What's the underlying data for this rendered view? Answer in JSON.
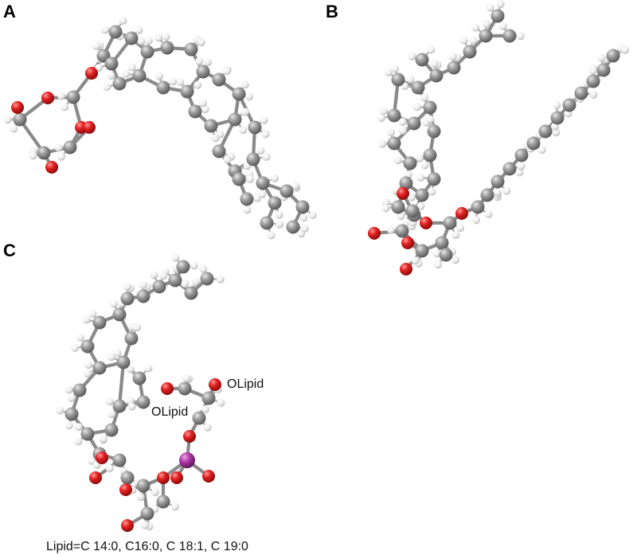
{
  "panels": [
    {
      "label": "A"
    },
    {
      "label": "B"
    },
    {
      "label": "C"
    }
  ],
  "annotations": {
    "olipid_upper": "OLipid",
    "olipid_lower": "OLipid",
    "lipid_caption": "Lipid=C 14:0, C16:0, C 18:1, C 19:0"
  },
  "colors": {
    "carbon": "#8e8e8e",
    "hydrogen": "#f2f2f2",
    "oxygen": "#e02020",
    "phosphorus": "#b03aa8",
    "bond": "#8a8a8a"
  }
}
